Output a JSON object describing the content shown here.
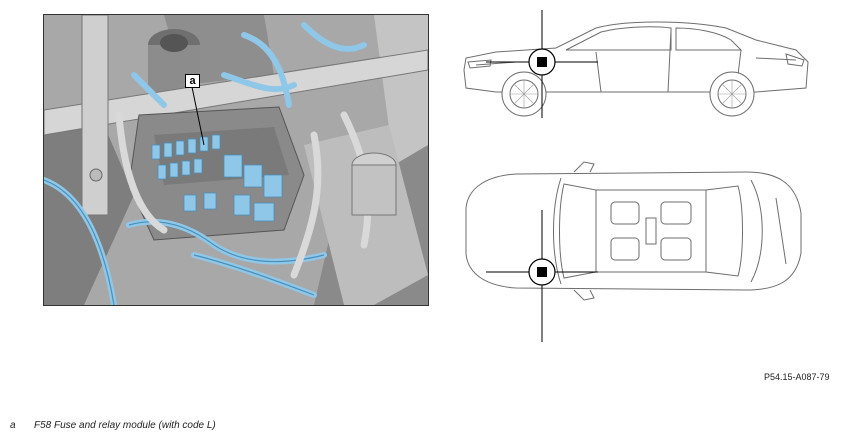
{
  "callout": {
    "letter": "a"
  },
  "reference_code": "P54.15-A087-79",
  "legend": [
    {
      "key": "a",
      "text": "F58 Fuse and relay module (with code L)"
    }
  ],
  "colors": {
    "highlight": "#8fc7e8",
    "highlight_dark": "#4a90b8",
    "engine_gray": "#a3a3a3",
    "line_art": "#6e6e6e"
  },
  "icons": {
    "marker": "locator-crosshair-icon"
  }
}
